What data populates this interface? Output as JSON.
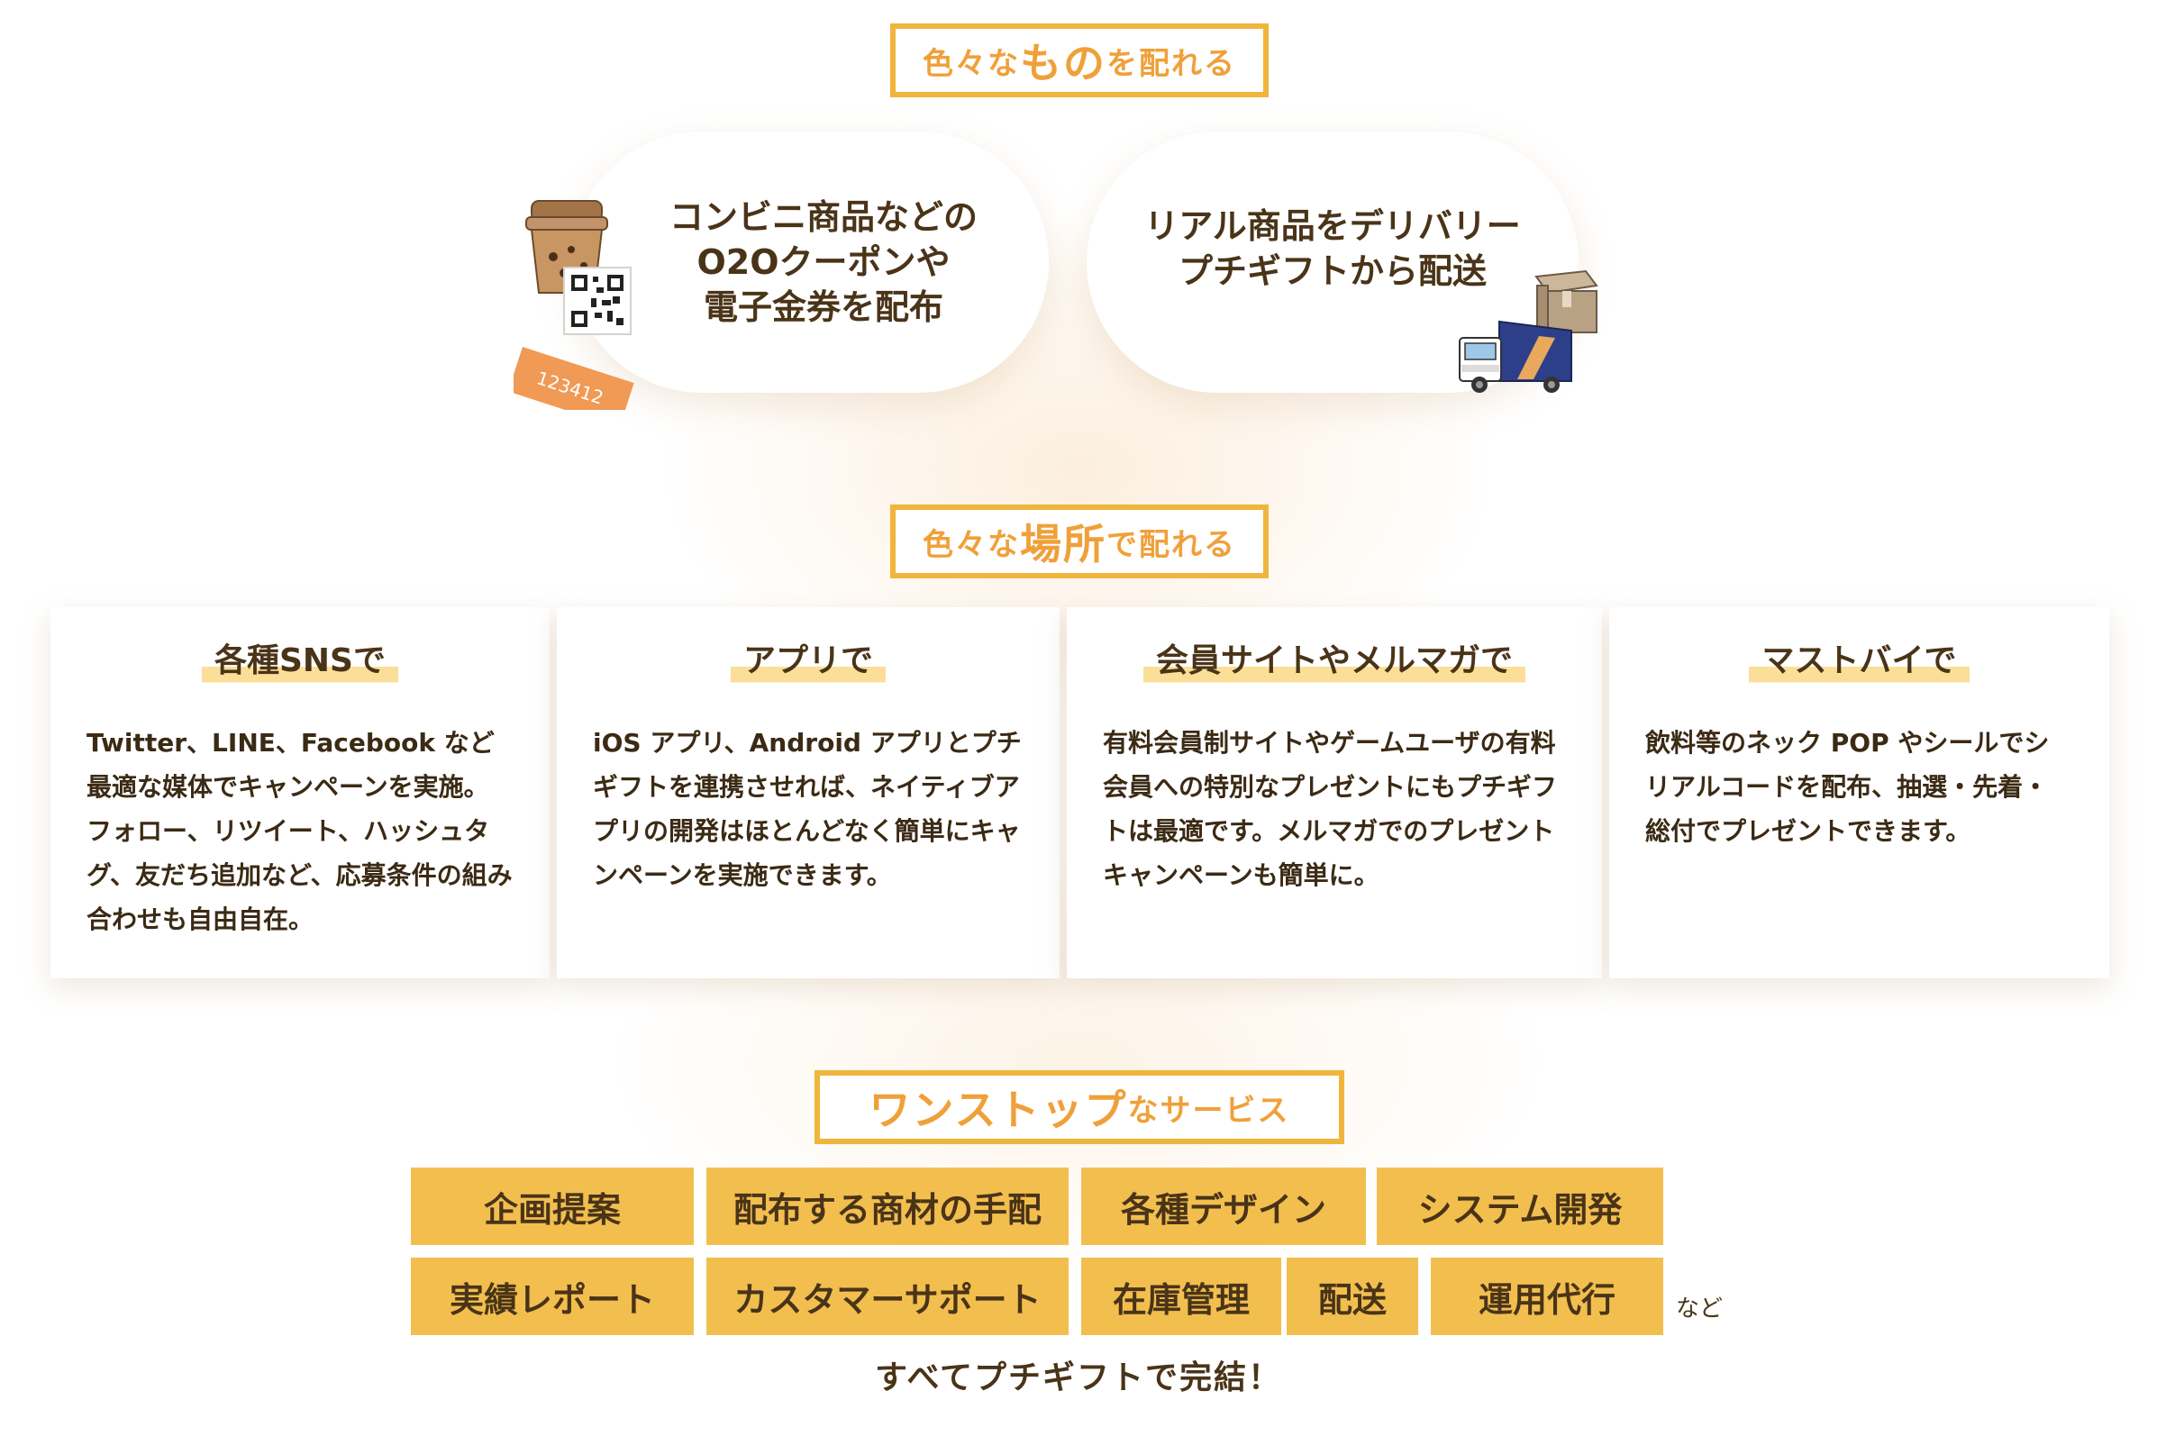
{
  "sections": {
    "things": {
      "prefix": "色々な",
      "highlight": "もの",
      "suffix": "を配れる"
    },
    "places": {
      "prefix": "色々な",
      "highlight": "場所",
      "suffix": "で配れる"
    },
    "service": {
      "highlight": "ワンストップ",
      "suffix": "なサービス"
    }
  },
  "pills": {
    "coupon": "コンビニ商品などの\nO2Oクーポンや\n電子金券を配布",
    "delivery": "リアル商品をデリバリー\nプチギフトから配送",
    "ticket_number": "123412"
  },
  "cards": [
    {
      "title": "各種SNSで",
      "body": "Twitter、LINE、Facebook など最適な媒体でキャンペーンを実施。フォロー、リツイート、ハッシュタグ、友だち追加など、応募条件の組み合わせも自由自在。"
    },
    {
      "title": "アプリで",
      "body": "iOS アプリ、Android アプリとプチギフトを連携させれば、ネイティブアプリの開発はほとんどなく簡単にキャンペーンを実施できます。"
    },
    {
      "title": "会員サイトやメルマガで",
      "body": "有料会員制サイトやゲームユーザの有料会員への特別なプレゼントにもプチギフトは最適です。メルマガでのプレゼントキャンペーンも簡単に。"
    },
    {
      "title": "マストバイで",
      "body": "飲料等のネック POP やシールでシリアルコードを配布、抽選・先着・総付でプレゼントできます。"
    }
  ],
  "services": {
    "row1": [
      "企画提案",
      "配布する商材の手配",
      "各種デザイン",
      "システム開発"
    ],
    "row2": [
      "実績レポート",
      "カスタマーサポート",
      "在庫管理",
      "配送",
      "運用代行"
    ],
    "etc": "など"
  },
  "closing": "すべてプチギフトで完結！",
  "colors": {
    "accent": "#f0a03a",
    "border": "#f0b53d",
    "service_bg": "#f2bf4f",
    "text": "#4a3418"
  }
}
